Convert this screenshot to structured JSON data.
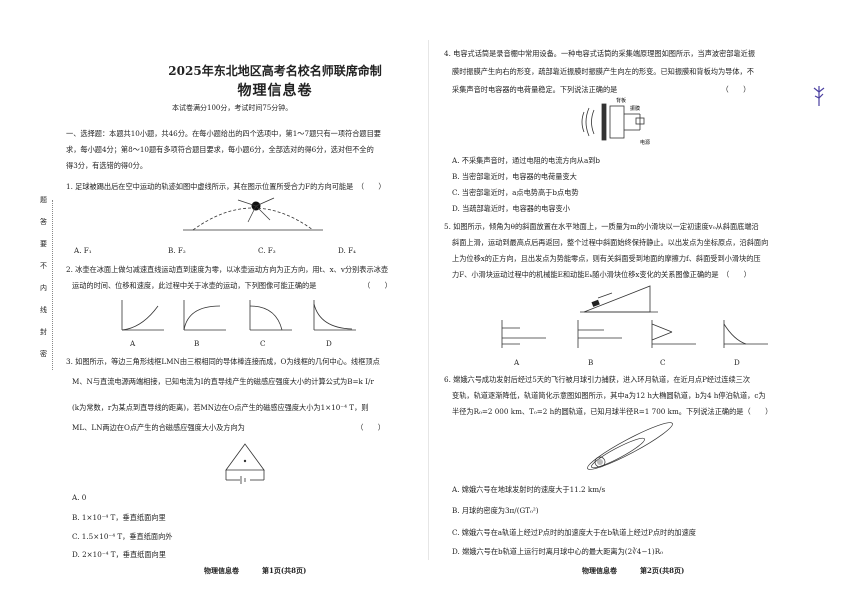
{
  "left_page": {
    "title1": "2025年东北地区高考名校名师联席命制",
    "title2": "物理信息卷",
    "exam_info": "本试卷满分100分，考试时间75分钟。",
    "section_heading_lines": [
      "一、选择题：本题共10小题，共46分。在每小题给出的四个选项中，第1～7题只有一项符合题目要",
      "求，每小题4分；第8～10题有多项符合题目要求，每小题6分，全部选对的得6分，选对但不全的",
      "得3分，有选错的得0分。"
    ],
    "q1": {
      "stem": "1. 足球被踢出后在空中运动的轨迹如图中虚线所示，其在图示位置所受合力F的方向可能是　（　　）",
      "opts": [
        "A. F₁",
        "B. F₂",
        "C. F₃",
        "D. F₄"
      ]
    },
    "q2": {
      "stem_lines": [
        "2. 冰壶在冰面上做匀减速直线运动直到速度为零，以冰壶运动方向为正方向，用t、x、v分别表示冰壶",
        "运动的时间、位移和速度，此过程中关于冰壶的运动，下列图像可能正确的是　　　　　　　（　　）"
      ],
      "opts": [
        "A",
        "B",
        "C",
        "D"
      ]
    },
    "q3": {
      "stem_lines": [
        "3. 如图所示，等边三角形线框LMN由三根相同的导体棒连接而成，O为线框的几何中心。线框顶点",
        "M、N与直流电源两端相接，已知电流为I的直导线产生的磁感应强度大小的计算公式为B=k I/r",
        "(k为常数，r为某点到直导线的距离)，若MN边在O点产生的磁感应强度大小为1×10⁻⁴ T，则",
        "ML、LN两边在O点产生的合磁感应强度大小及方向为　　　　　　　　　　　　　　　　（　　）"
      ],
      "opts": [
        "A. 0",
        "B. 1×10⁻⁴ T，垂直纸面向里",
        "C. 1.5×10⁻⁴ T，垂直纸面向外",
        "D. 2×10⁻⁴ T，垂直纸面向里"
      ]
    },
    "footer_name": "物理信息卷",
    "footer_page": "第1页(共8页)",
    "margin_labels": [
      "题",
      "答",
      "要",
      "不",
      "内",
      "线",
      "封",
      "密"
    ]
  },
  "right_page": {
    "q4": {
      "stem_lines": [
        "4. 电容式话筒是录音棚中常用设备。一种电容式话筒的采集端原理图如图所示，当声波密部靠近振",
        "膜时振膜产生向右的形变，疏部靠近振膜时振膜产生向左的形变。已知振膜和背板均为导体，不",
        "采集声音时电容器的电荷量稳定。下列说法正确的是　　　　　　　　　　　　　　　（　　）"
      ],
      "fig_labels": [
        "背板",
        "振膜",
        "电源"
      ],
      "opts": [
        "A. 不采集声音时，通过电阻的电流方向从a到b",
        "B. 当密部靠近时，电容器的电荷量变大",
        "C. 当密部靠近时，a点电势高于b点电势",
        "D. 当疏部靠近时，电容器的电容变小"
      ]
    },
    "q5": {
      "stem_lines": [
        "5. 如图所示，倾角为θ的斜面放置在水平地面上，一质量为m的小滑块以一定初速度v₀从斜面底端沿",
        "斜面上滑，运动到最高点后再返回，整个过程中斜面始终保持静止。以出发点为坐标原点，沿斜面向",
        "上为位移x的正方向，且出发点为势能零点，则有关斜面受到地面的摩擦力f、斜面受到小滑块的压",
        "力F、小滑块运动过程中的机械能E和动能Eₖ随小滑块位移x变化的关系图像正确的是　（　　）"
      ],
      "opts": [
        "A",
        "B",
        "C",
        "D"
      ]
    },
    "q6": {
      "stem_lines": [
        "6. 嫦娥六号成功发射后经过5天的飞行被月球引力捕获，进入环月轨道，在近月点P经过连续三次",
        "变轨，轨道逐渐降低，轨道简化示意图如图所示，其中a为12 h大椭圆轨道，b为4 h停泊轨道，c为",
        "半径为R₀=2 000 km、T₀=2 h的圆轨道，已知月球半径R=1 700 km。下列说法正确的是（　　）"
      ],
      "opts": [
        "A. 嫦娥六号在地球发射时的速度大于11.2 km/s",
        "B. 月球的密度为3π/(GT₀²)",
        "C. 嫦娥六号在a轨道上经过P点时的加速度大于在b轨道上经过P点时的加速度",
        "D. 嫦娥六号在b轨道上运行时离月球中心的最大距离为(2∛4−1)R₀"
      ]
    },
    "footer_name": "物理信息卷",
    "footer_page": "第2页(共8页)"
  }
}
